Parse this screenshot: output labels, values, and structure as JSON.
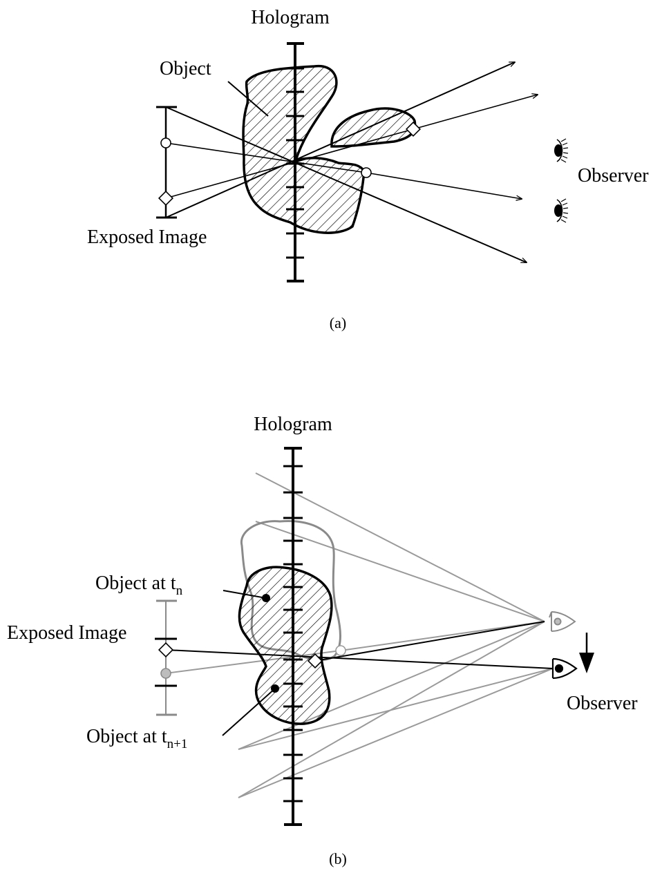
{
  "panel_a": {
    "title": "Hologram",
    "object_label": "Object",
    "exposed_label": "Exposed Image",
    "observer_label": "Observer",
    "caption": "(a)"
  },
  "panel_b": {
    "title": "Hologram",
    "object_tn_prefix": "Object at t",
    "object_tn_sub": "n",
    "exposed_label": "Exposed Image",
    "observer_label": "Observer",
    "object_tn1_prefix": "Object at t",
    "object_tn1_sub": "n+1",
    "caption": "(b)"
  },
  "colors": {
    "ink": "#000000",
    "gray_ray": "#9a9a9a",
    "gray_outline": "#8a8a8a"
  }
}
